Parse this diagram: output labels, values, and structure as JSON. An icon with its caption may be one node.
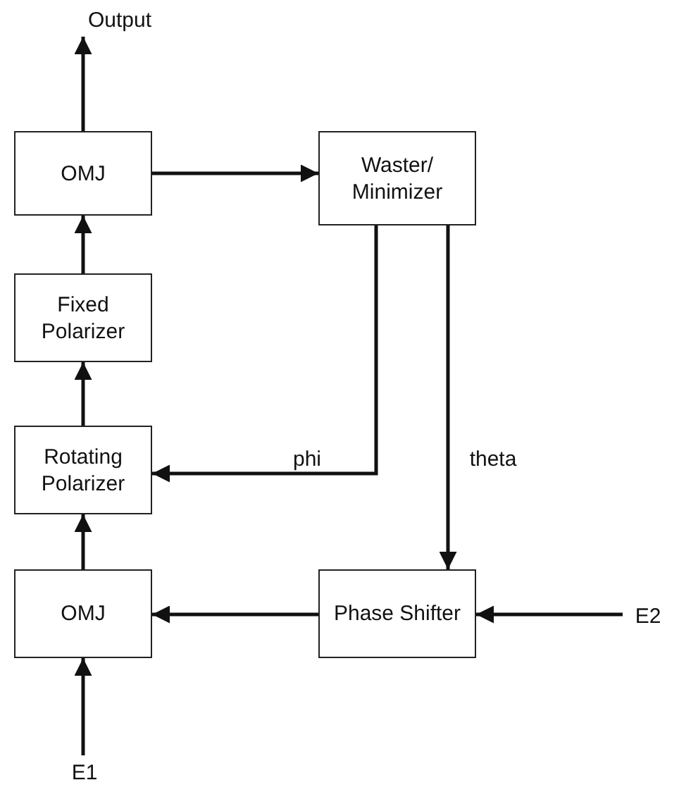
{
  "diagram": {
    "nodes": [
      {
        "text": [
          "Output"
        ]
      },
      {
        "text": [
          "OMJ"
        ]
      },
      {
        "text": [
          "Waster/ Minimizer"
        ]
      },
      {
        "text": [
          "Fixed Polarizer"
        ]
      },
      {
        "text": [
          "Rotating Polarizer"
        ]
      },
      {
        "text": [
          "OMJ"
        ]
      },
      {
        "text": [
          "Phase Shifter"
        ]
      },
      {
        "text": [
          "E2"
        ]
      },
      {
        "text": [
          "E1"
        ]
      }
    ],
    "edges": [
      {
        "from": 1,
        "to": 0,
        "arrow": "to"
      },
      {
        "from": 1,
        "to": 2,
        "arrow": "to"
      },
      {
        "from": 3,
        "to": 1,
        "arrow": "to"
      },
      {
        "from": 4,
        "to": 3,
        "arrow": "to"
      },
      {
        "from": 5,
        "to": 4,
        "arrow": "to"
      },
      {
        "from": 8,
        "to": 5,
        "arrow": "to"
      },
      {
        "from": 2,
        "to": 4,
        "arrow": "to",
        "label": "phi"
      },
      {
        "from": 2,
        "to": 6,
        "arrow": "to",
        "label": "theta"
      },
      {
        "from": 6,
        "to": 5,
        "arrow": "to"
      },
      {
        "from": 7,
        "to": 6,
        "arrow": "to"
      }
    ]
  }
}
